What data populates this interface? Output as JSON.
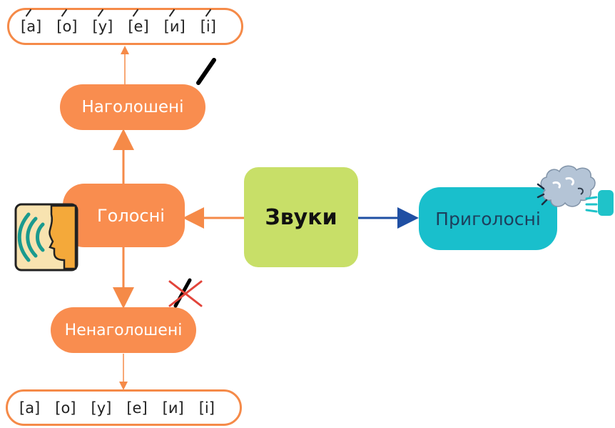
{
  "center": {
    "label": "Звуки"
  },
  "vowels": {
    "label": "Голосні"
  },
  "consonants": {
    "label": "Приголосні"
  },
  "stressed": {
    "label": "Наголошені",
    "sounds": [
      "[а]",
      "[о]",
      "[у]",
      "[е]",
      "[и]",
      "[і]"
    ]
  },
  "unstressed": {
    "label": "Ненаголошені",
    "sounds": [
      "[а]",
      "[о]",
      "[у]",
      "[е]",
      "[и]",
      "[і]"
    ]
  },
  "colors": {
    "orange": "#f98d4f",
    "center_green": "#c8df68",
    "consonant_teal": "#19bfcc",
    "arrow_blue": "#1f4fa3",
    "cross_red": "#e2443a"
  },
  "icons": [
    "speaking-head-icon",
    "blowing-cloud-icon",
    "stress-mark-icon",
    "crossed-stress-mark-icon"
  ]
}
